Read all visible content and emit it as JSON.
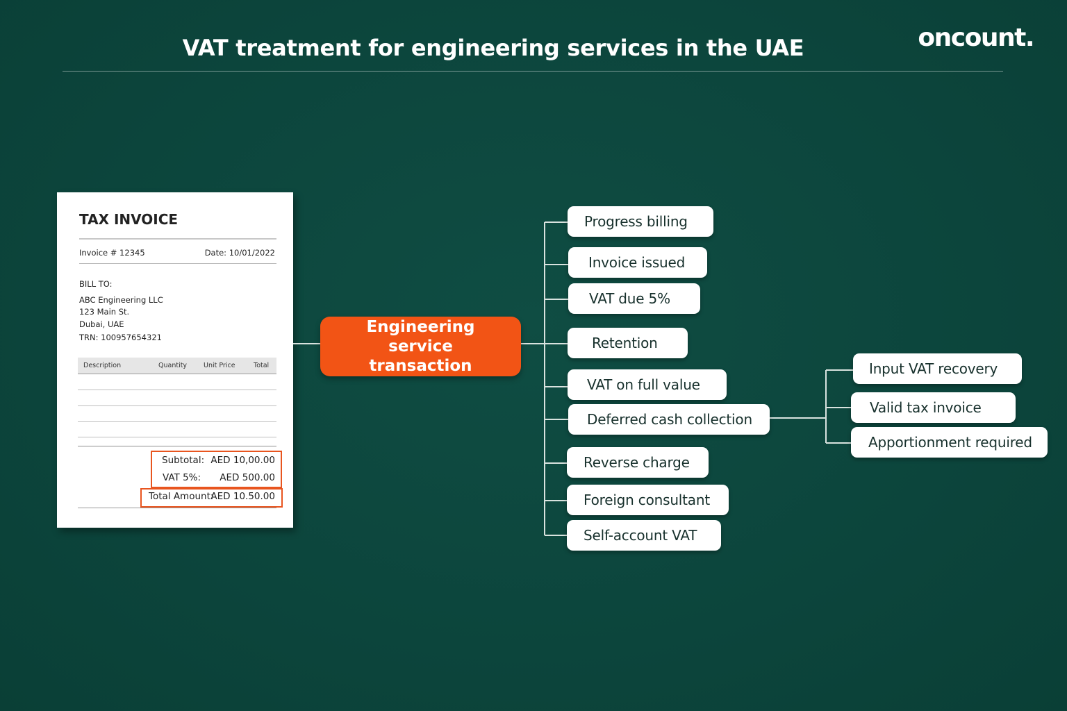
{
  "header": {
    "title": "VAT treatment for engineering services in the UAE",
    "logo": "oncount."
  },
  "invoice": {
    "title": "TAX INVOICE",
    "number": "Invoice # 12345",
    "date": "Date: 10/01/2022",
    "bill_to_label": "BILL TO:",
    "bill_to_lines": [
      "ABC Engineering LLC",
      "123 Main St.",
      "Dubai, UAE",
      "TRN: 100957654321"
    ],
    "columns": [
      "Description",
      "Quantity",
      "Unit Price",
      "Total"
    ],
    "subtotal_label": "Subtotal:",
    "subtotal_value": "AED 10,00.00",
    "vat_label": "VAT 5%:",
    "vat_value": "AED 500.00",
    "total_label": "Total Amount:",
    "total_value": "AED 10.50.00"
  },
  "diagram": {
    "root": "Engineering service transaction",
    "branches": [
      "Progress billing",
      "Invoice issued",
      "VAT due 5%",
      "Retention",
      "VAT on full value",
      "Deferred cash collection",
      "Reverse charge",
      "Foreign consultant",
      "Self-account VAT"
    ],
    "sub_branches": [
      "Input VAT recovery",
      "Valid tax invoice",
      "Apportionment required"
    ]
  },
  "colors": {
    "background": "#0e4a40",
    "accent": "#f25415",
    "node": "#ffffff"
  }
}
